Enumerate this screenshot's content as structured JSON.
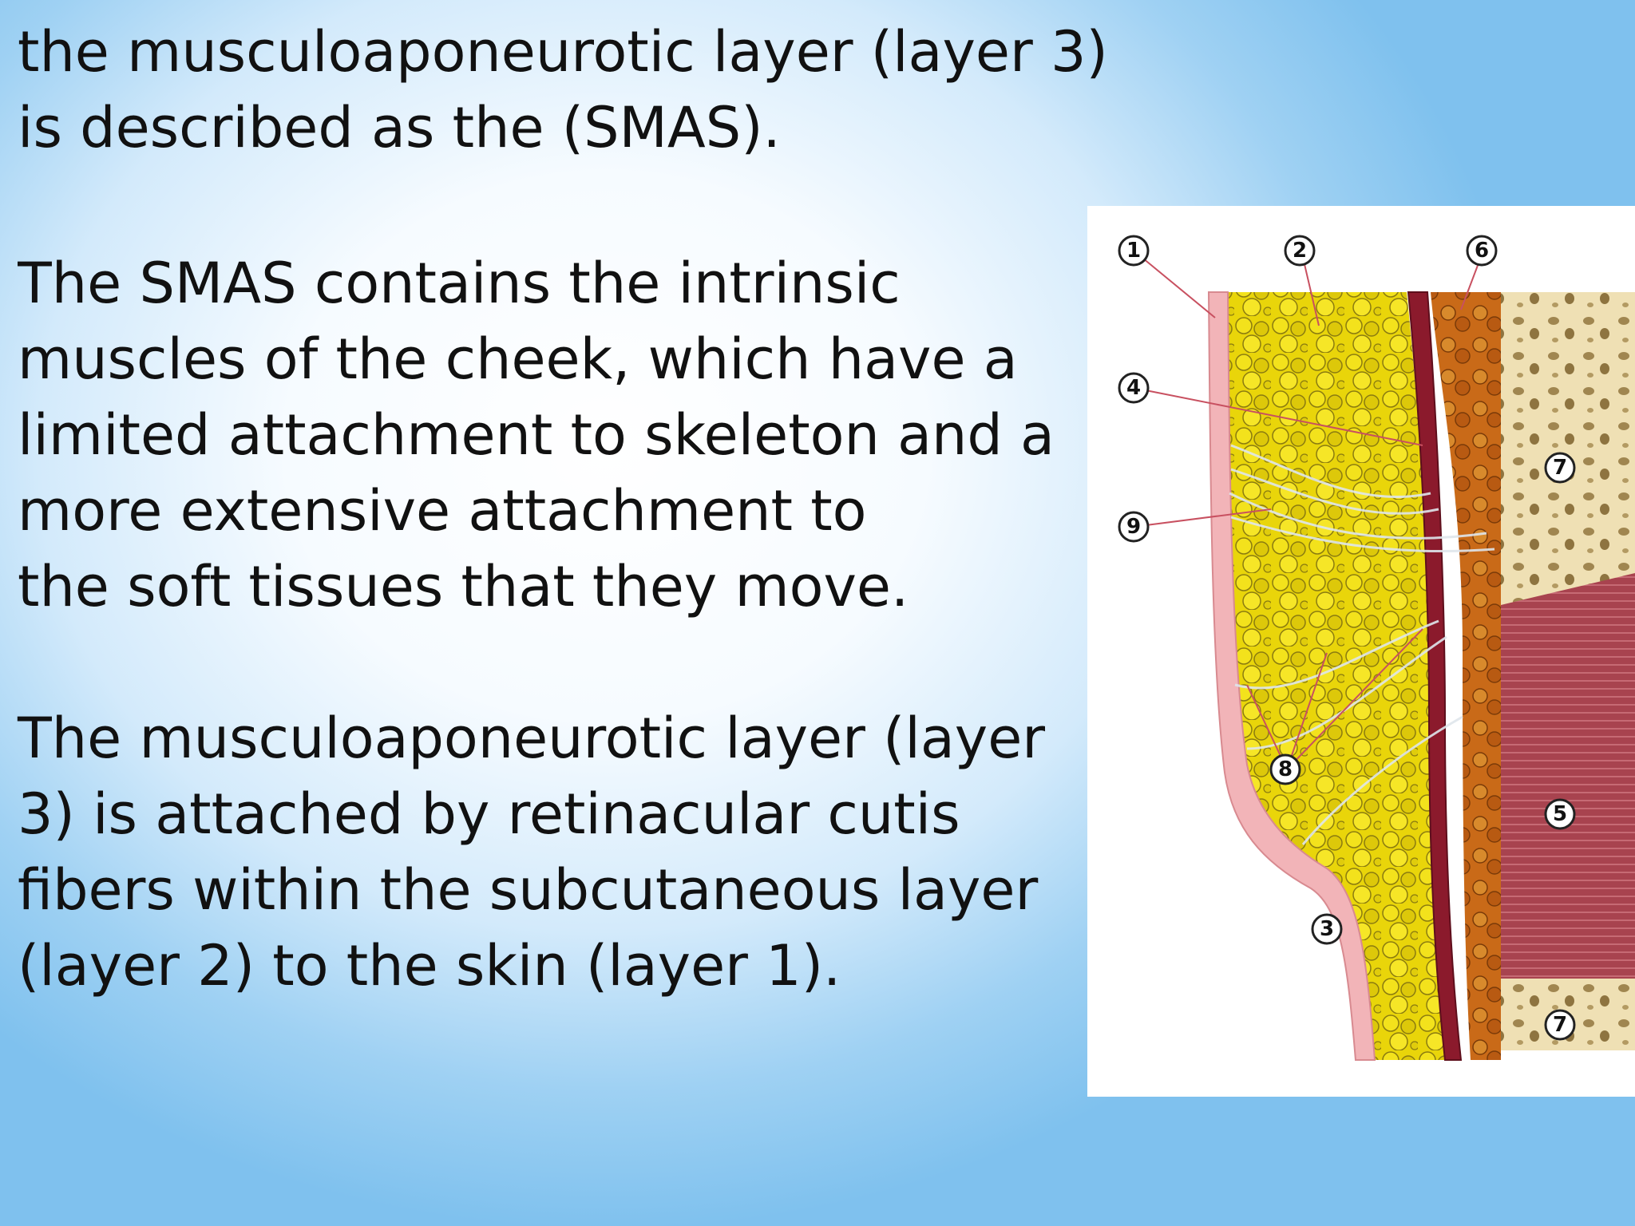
{
  "paragraphs": {
    "p1": [
      "the musculoaponeurotic layer (layer 3)",
      "is described as the  (SMAS)."
    ],
    "p2": [
      "The SMAS contains the intrinsic",
      "muscles of the cheek, which have a",
      "limited attachment to  skeleton and a",
      "more extensive attachment to",
      "the soft tissues that they move."
    ],
    "p3": [
      "The musculoaponeurotic layer (layer",
      "3) is attached by retinacular cutis",
      "fibers within the subcutaneous layer",
      "(layer 2) to the skin (layer 1)."
    ]
  },
  "figure": {
    "labels": {
      "l1": "1",
      "l2": "2",
      "l3": "3",
      "l4": "4",
      "l5": "5",
      "l6": "6",
      "l7a": "7",
      "l7b": "7",
      "l8": "8",
      "l9": "9"
    },
    "colors": {
      "skin": "#f2b4b8",
      "fat": "#e9d50a",
      "smas": "#8b1a2c",
      "muscle": "#a8434f",
      "bone": "#efe0b4",
      "orange_fat": "#c96a18"
    }
  }
}
